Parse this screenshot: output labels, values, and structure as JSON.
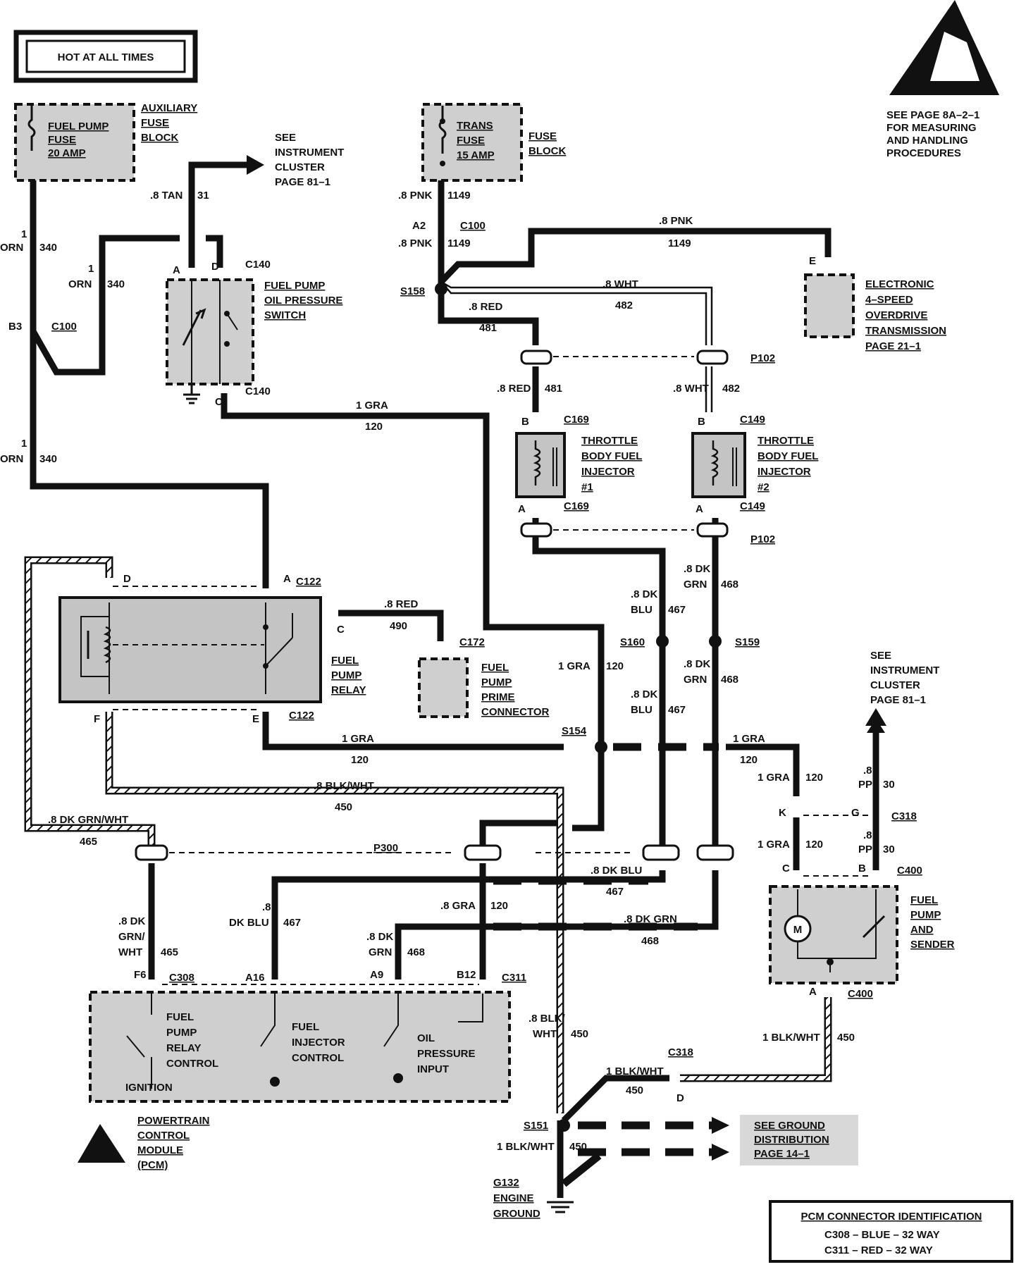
{
  "hot_at_all_times": "HOT AT ALL TIMES",
  "esd_note": [
    "SEE PAGE 8A–2–1",
    "FOR MEASURING",
    "AND HANDLING",
    "PROCEDURES"
  ],
  "aux_fuse_block": {
    "fuse": [
      "FUEL PUMP",
      "FUSE",
      "20 AMP"
    ],
    "label": [
      "AUXILIARY",
      "FUSE",
      "BLOCK"
    ]
  },
  "fuse_block": {
    "fuse": [
      "TRANS",
      "FUSE",
      "15 AMP"
    ],
    "label": [
      "FUSE",
      "BLOCK"
    ]
  },
  "see_cluster_top": [
    "SEE",
    "INSTRUMENT",
    "CLUSTER",
    "PAGE 81–1"
  ],
  "see_cluster_right": [
    "SEE",
    "INSTRUMENT",
    "CLUSTER",
    "PAGE 81–1"
  ],
  "oil_switch": {
    "label": [
      "FUEL PUMP",
      "OIL PRESSURE",
      "SWITCH"
    ],
    "conn": "C140",
    "conn2": "C140",
    "pin_a": "A",
    "pin_d": "D",
    "pin_c": "C"
  },
  "trans": {
    "label": [
      "ELECTRONIC",
      "4–SPEED",
      "OVERDRIVE",
      "TRANSMISSION",
      "PAGE 21–1"
    ],
    "pin": "E"
  },
  "injector1": {
    "label": [
      "THROTTLE",
      "BODY FUEL",
      "INJECTOR",
      "#1"
    ],
    "conn": "C169",
    "pin_b": "B",
    "pin_a": "A"
  },
  "injector2": {
    "label": [
      "THROTTLE",
      "BODY FUEL",
      "INJECTOR",
      "#2"
    ],
    "conn": "C149",
    "pin_b": "B",
    "pin_a": "A"
  },
  "relay": {
    "label": [
      "FUEL",
      "PUMP",
      "RELAY"
    ],
    "conn": "C122",
    "pin_d": "D",
    "pin_a": "A",
    "pin_c": "C",
    "pin_f": "F",
    "pin_e": "E"
  },
  "prime": {
    "label": [
      "FUEL",
      "PUMP",
      "PRIME",
      "CONNECTOR"
    ],
    "conn": "C172"
  },
  "pump": {
    "label": [
      "FUEL",
      "PUMP",
      "AND",
      "SENDER"
    ],
    "conn": "C400",
    "motor": "M",
    "pin_c": "C",
    "pin_b": "B",
    "pin_a": "A"
  },
  "pcm": {
    "label": [
      "POWERTRAIN",
      "CONTROL",
      "MODULE",
      "(PCM)"
    ],
    "blocks": [
      [
        "FUEL",
        "PUMP",
        "RELAY",
        "CONTROL"
      ],
      [
        "FUEL",
        "INJECTOR",
        "CONTROL"
      ],
      [
        "OIL",
        "PRESSURE",
        "INPUT"
      ]
    ],
    "ignition": "IGNITION",
    "pins": [
      "F6",
      "A16",
      "A9",
      "B12"
    ],
    "conns": [
      "C308",
      "C311"
    ]
  },
  "ground": {
    "see": [
      "SEE GROUND",
      "DISTRIBUTION",
      "PAGE 14–1"
    ],
    "name": [
      "G132",
      "ENGINE",
      "GROUND"
    ]
  },
  "pcm_id": {
    "title": "PCM CONNECTOR IDENTIFICATION",
    "rows": [
      "C308 – BLUE – 32 WAY",
      "C311 – RED – 32 WAY"
    ]
  },
  "connectors": {
    "C100": "C100",
    "A2": "A2",
    "B3": "B3",
    "P102": "P102",
    "P300": "P300",
    "C318": "C318",
    "G": "G",
    "K": "K",
    "D": "D"
  },
  "splices": {
    "S158": "S158",
    "S160": "S160",
    "S159": "S159",
    "S154": "S154",
    "S151": "S151"
  },
  "wires": {
    "w1": [
      "1",
      "ORN",
      "340"
    ],
    "tan": [
      ".8 TAN",
      "31"
    ],
    "pnk": [
      ".8 PNK",
      "1149"
    ],
    "gra1": [
      "1 GRA",
      "120"
    ],
    "red481": [
      ".8 RED",
      "481"
    ],
    "wht482": [
      ".8 WHT",
      "482"
    ],
    "red490": [
      ".8 RED",
      "490"
    ],
    "dkblu": [
      ".8 DK",
      "BLU",
      "467"
    ],
    "dkgrn": [
      ".8 DK",
      "GRN",
      "468"
    ],
    "blkwht": [
      ".8 BLK/WHT",
      "450"
    ],
    "dkgrnwht": [
      ".8 DK GRN/WHT",
      "465"
    ],
    "dkgrnwht2": [
      ".8 DK",
      "GRN/",
      "WHT",
      "465"
    ],
    "ppl": [
      ".8",
      "PPL",
      "30"
    ],
    "blkwht1": [
      "1 BLK/WHT",
      "450"
    ],
    "blkwht8": [
      ".8 BLK/",
      "WHT",
      "450"
    ],
    "dkblu2": [
      ".8",
      "DK BLU",
      "467"
    ],
    "dkblu3": [
      ".8 DK BLU",
      "467"
    ],
    "dkgrn2": [
      ".8 DK GRN",
      "468"
    ],
    "gra8": [
      ".8 GRA",
      "120"
    ]
  }
}
